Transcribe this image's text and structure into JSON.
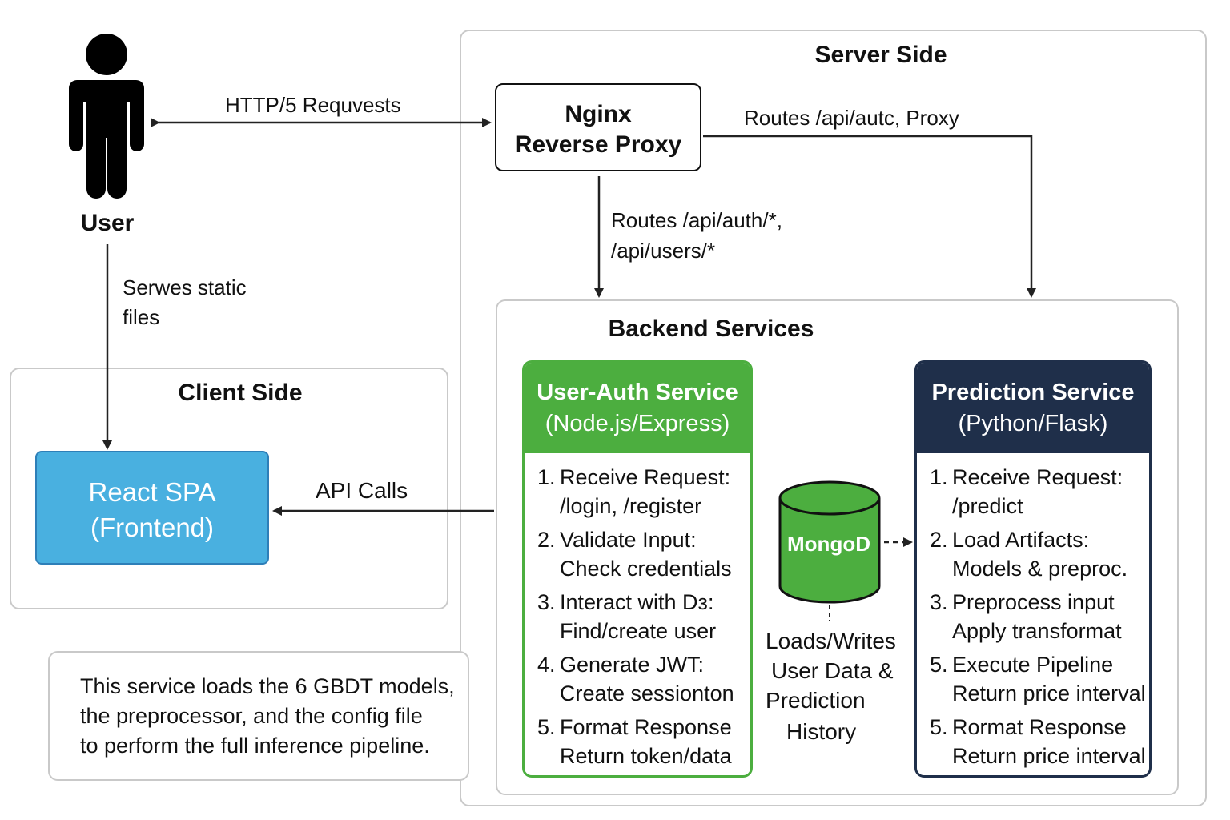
{
  "server_side": {
    "title": "Server Side"
  },
  "client_side": {
    "title": "Client Side"
  },
  "user": {
    "label": "User",
    "icon": "person-icon"
  },
  "nginx": {
    "line1": "Nginx",
    "line2": "Reverse Proxy"
  },
  "backend": {
    "title": "Backend Services"
  },
  "edges": {
    "http_requests": "HTTP/5 Requvests",
    "routes_proxy": "Routes /api/autc, Proxy",
    "routes_auth_line1": "Routes /api/auth/*,",
    "routes_auth_line2": "/api/users/*",
    "serves_line1": "Serwes static",
    "serves_line2": "files",
    "api_calls": "API Calls"
  },
  "react": {
    "line1": "React SPA",
    "line2": "(Frontend)"
  },
  "user_auth": {
    "title": "User-Auth Service",
    "subtitle": "(Node.js/Express)",
    "color": "#4cae3f",
    "steps": [
      {
        "num": "1.",
        "line1": "Receive Request:",
        "line2": "/login, /register"
      },
      {
        "num": "2.",
        "line1": "Validate Input:",
        "line2": "Check credentials"
      },
      {
        "num": "3.",
        "line1": "Interact with Dᴈ:",
        "line2": "Find/create user"
      },
      {
        "num": "4.",
        "line1": "Generate JWT:",
        "line2": "Create sessionton"
      },
      {
        "num": "5.",
        "line1": "Format Response",
        "line2": "Return token/data"
      }
    ]
  },
  "prediction": {
    "title": "Prediction Service",
    "subtitle": "(Python/Flask)",
    "color": "#1f2f4a",
    "steps": [
      {
        "num": "1.",
        "line1": "Receive Request:",
        "line2": "/predict"
      },
      {
        "num": "2.",
        "line1": "Load Artifacts:",
        "line2": "Models & preproc."
      },
      {
        "num": "3.",
        "line1": "Preprocess input",
        "line2": "Apply transformat"
      },
      {
        "num": "5.",
        "line1": "Execute Pipeline",
        "line2": "Return price interval"
      },
      {
        "num": "5.",
        "line1": "Rormat Response",
        "line2": "Return price interval"
      }
    ]
  },
  "mongodb": {
    "label": "MongoD",
    "color": "#4cae3f",
    "note_line1": "Loads/Writes",
    "note_line2": "User Data &",
    "note_line3": "Prediction",
    "note_line4": "History"
  },
  "note": {
    "line1": "This service loads the 6 GBDT models,",
    "line2": "the preprocessor, and the config file",
    "line3": "to perform the full inference pipeline."
  },
  "colors": {
    "react_fill": "#49b0e0",
    "react_border": "#2e7fb8",
    "arrow": "#222222"
  }
}
